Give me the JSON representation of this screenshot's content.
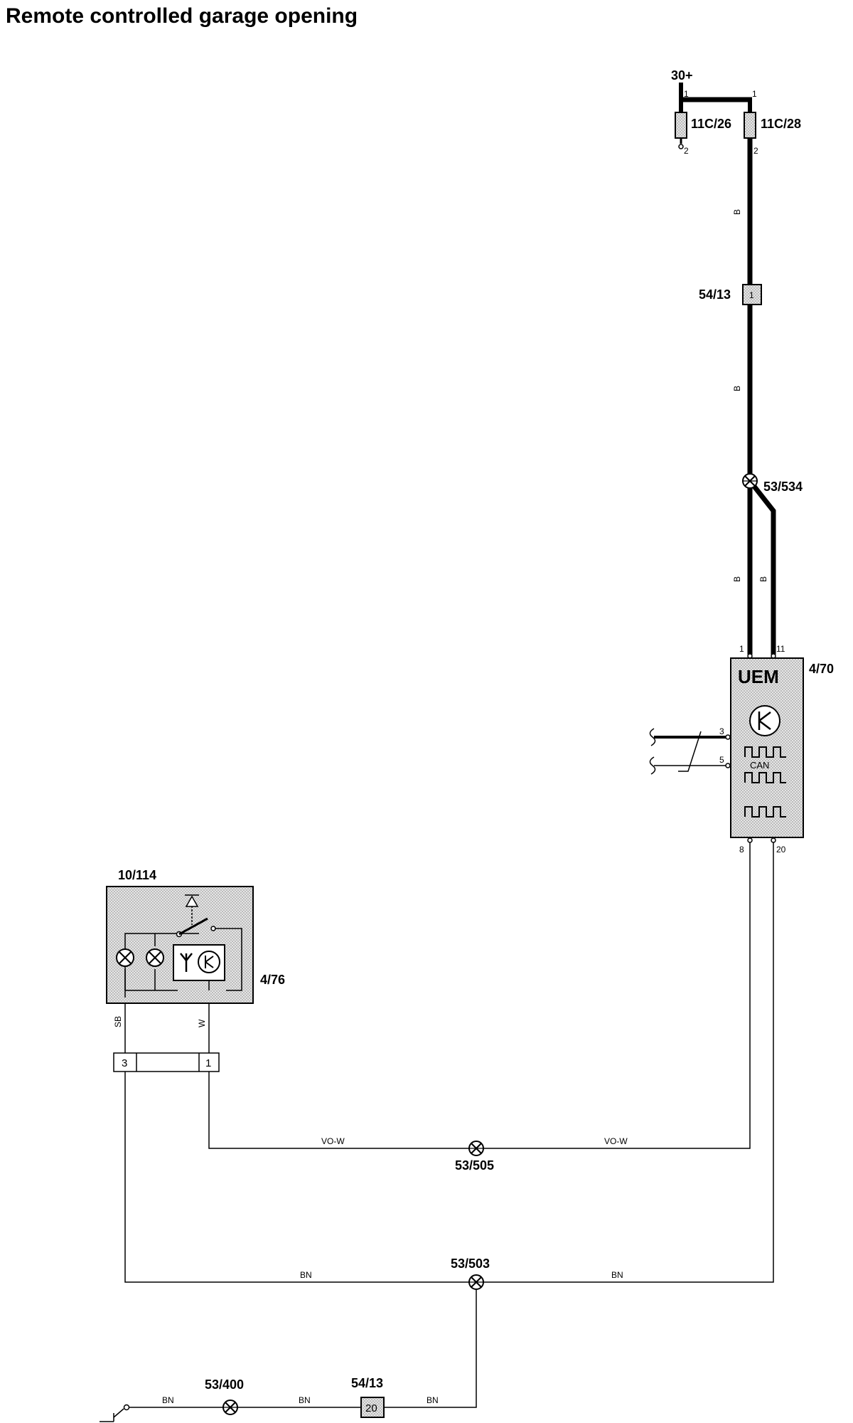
{
  "title": "Remote controlled garage opening",
  "labels": {
    "supply": "30+",
    "fuse_a": "11C/26",
    "fuse_b": "11C/28",
    "conn_top": "54/13",
    "splice_top": "53/534",
    "uem_id": "4/70",
    "uem_name": "UEM",
    "can": "CAN",
    "switch_id": "10/114",
    "module_id": "4/76",
    "splice_vow": "53/505",
    "splice_bn": "53/503",
    "splice_ground": "53/400",
    "conn_bottom": "54/13"
  },
  "pins": {
    "fuse_a_in": "1",
    "fuse_a_out": "2",
    "fuse_b_in": "1",
    "fuse_b_out": "2",
    "conn_top_pin": "1",
    "uem_1": "1",
    "uem_11": "11",
    "uem_3": "3",
    "uem_5": "5",
    "uem_8": "8",
    "uem_20": "20",
    "conn_left": "3",
    "conn_right": "1",
    "conn_bottom_pin": "20"
  },
  "wire_colors": {
    "b1": "B",
    "b2": "B",
    "b3": "B",
    "b4": "B",
    "sb": "SB",
    "w": "W",
    "vow_left": "VO-W",
    "vow_right": "VO-W",
    "bn_left": "BN",
    "bn_right": "BN",
    "bn_g1": "BN",
    "bn_g2": "BN",
    "bn_g3": "BN"
  }
}
